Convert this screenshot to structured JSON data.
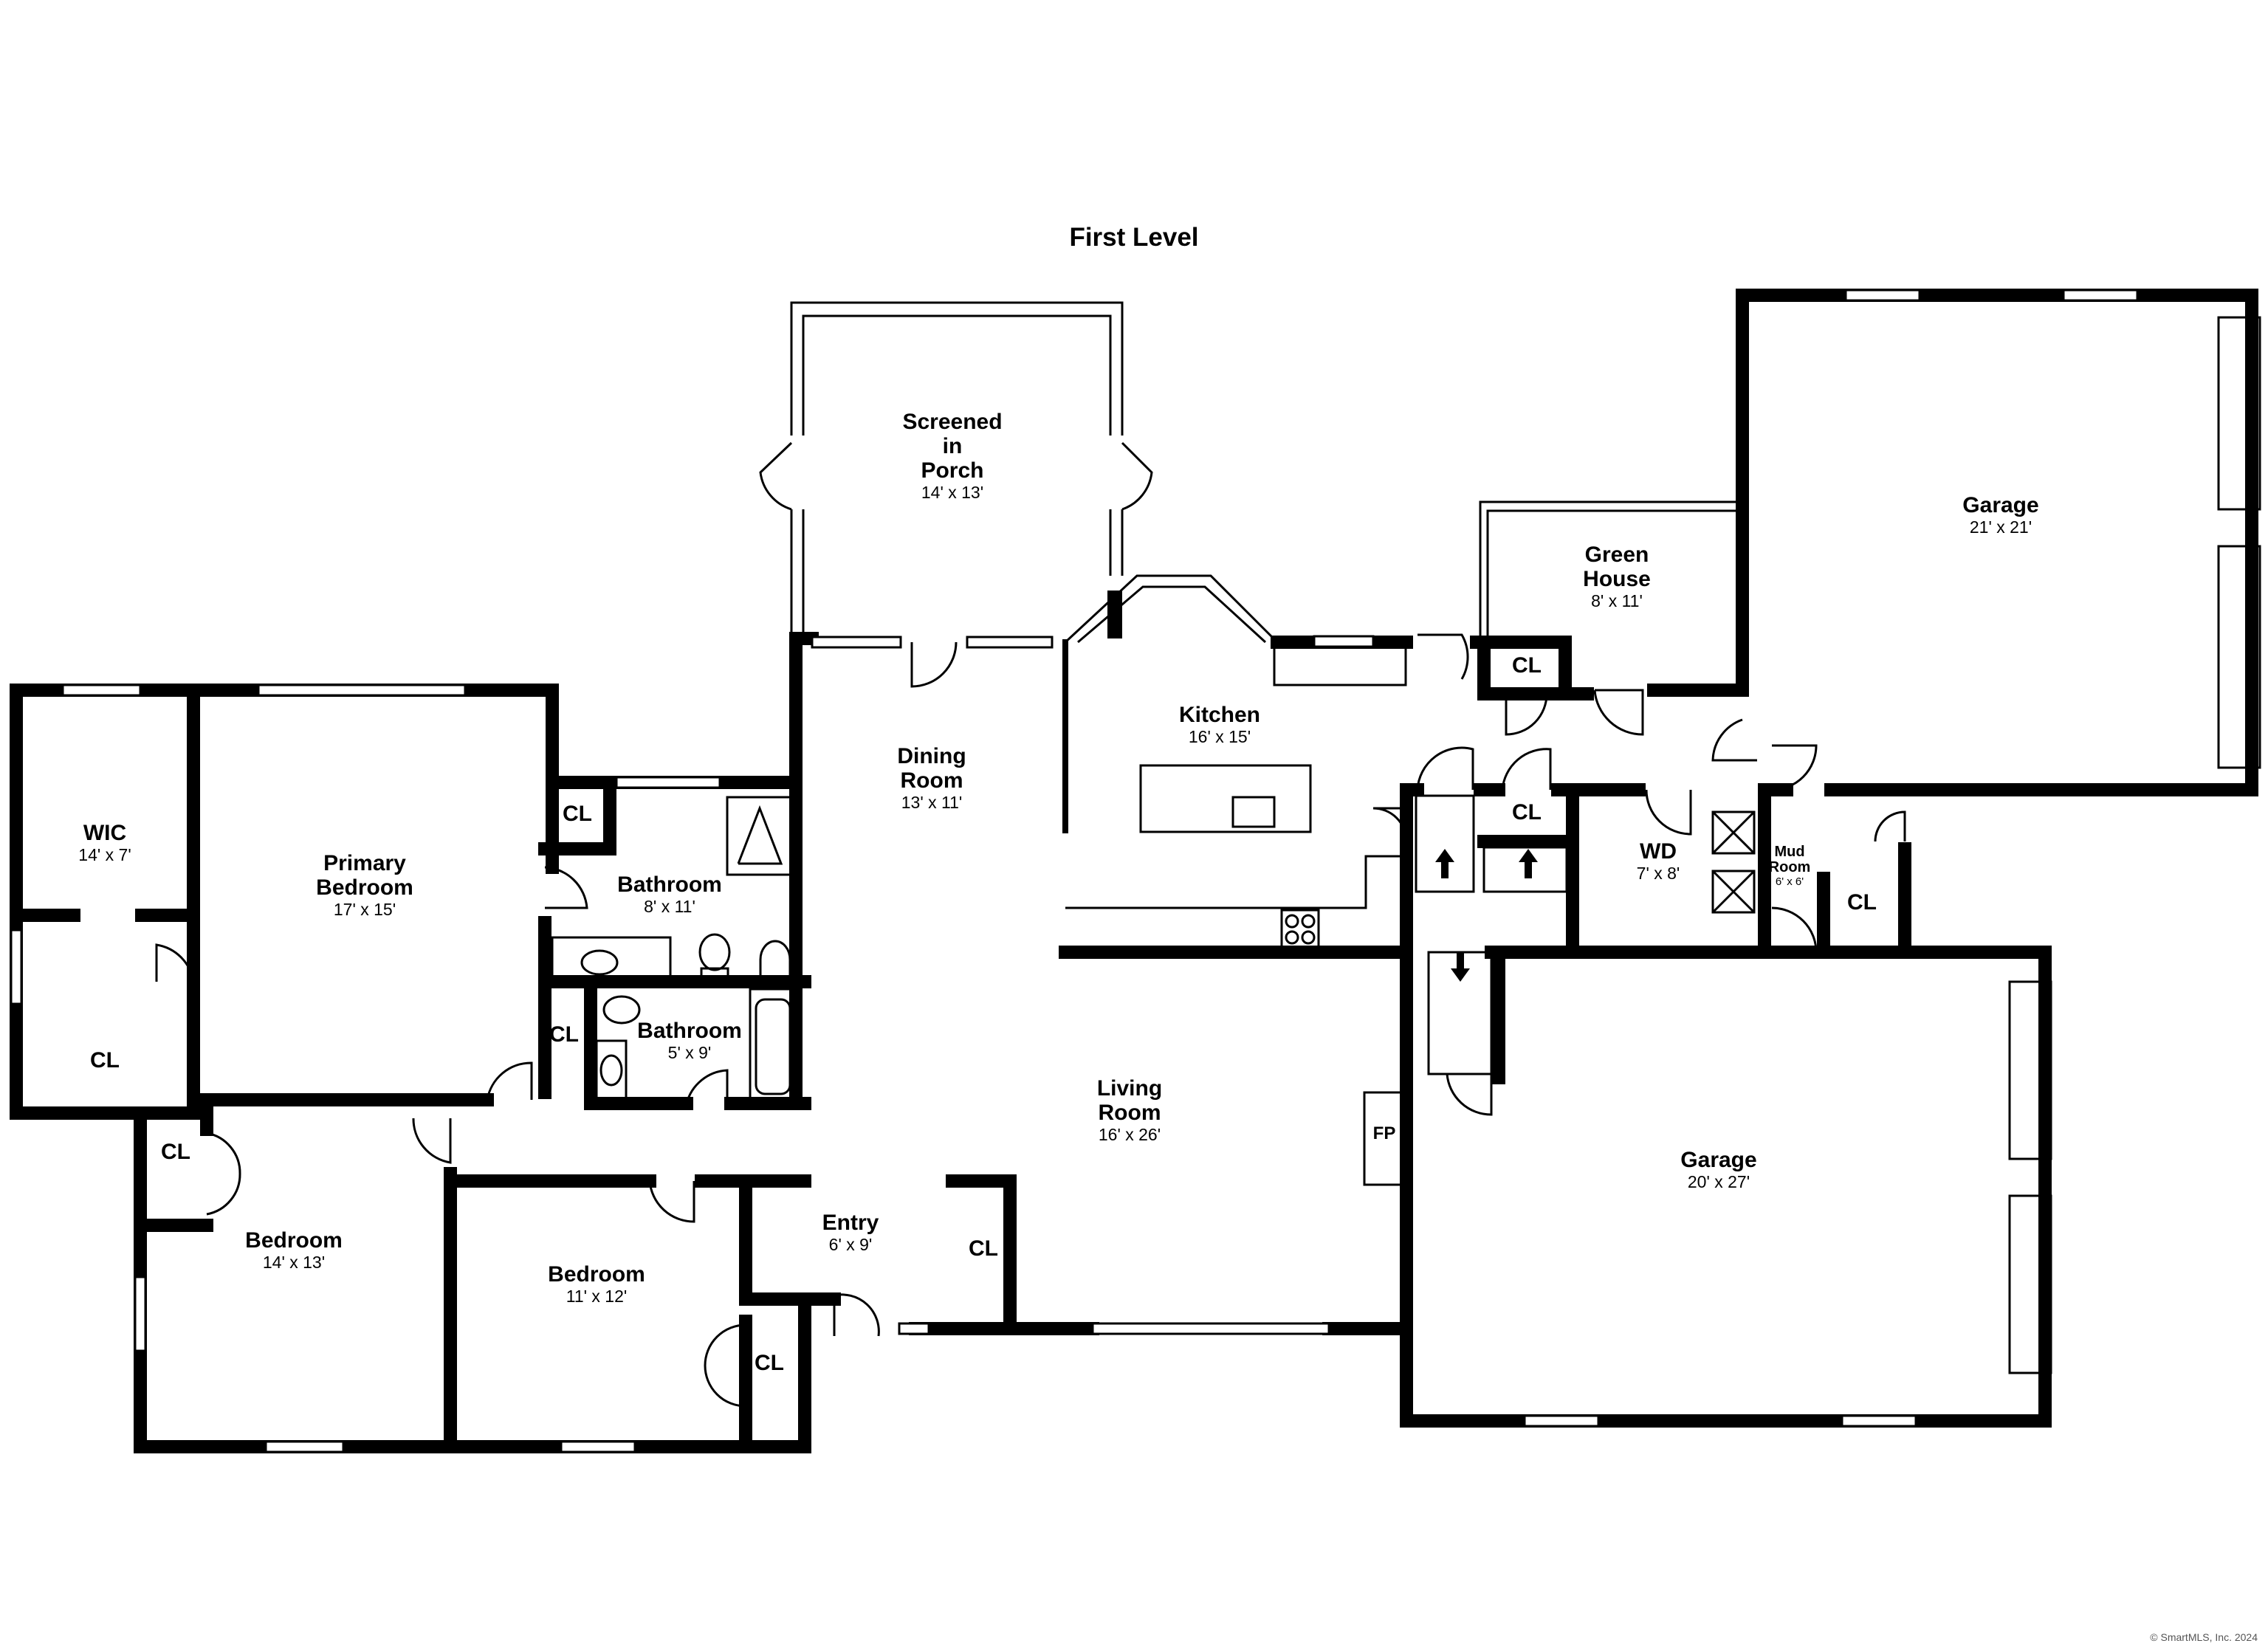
{
  "plan": {
    "title": "First Level",
    "copyright": "© SmartMLS, Inc. 2024",
    "wall_color": "#000000",
    "background": "#ffffff"
  },
  "rooms": {
    "porch": {
      "name": "Screened\nin\nPorch",
      "dim": "14' x 13'"
    },
    "greenhouse": {
      "name": "Green\nHouse",
      "dim": "8' x 11'"
    },
    "garage_north": {
      "name": "Garage",
      "dim": "21' x 21'"
    },
    "kitchen": {
      "name": "Kitchen",
      "dim": "16' x 15'"
    },
    "dining": {
      "name": "Dining\nRoom",
      "dim": "13' x 11'"
    },
    "wic": {
      "name": "WIC",
      "dim": "14' x 7'"
    },
    "primary": {
      "name": "Primary\nBedroom",
      "dim": "17' x 15'"
    },
    "bath_main": {
      "name": "Bathroom",
      "dim": "8' x 11'"
    },
    "bath_small": {
      "name": "Bathroom",
      "dim": "5' x 9'"
    },
    "wd": {
      "name": "WD",
      "dim": "7' x 8'"
    },
    "mudroom": {
      "name": "Mud\nRoom",
      "dim": "6' x 6'"
    },
    "living": {
      "name": "Living\nRoom",
      "dim": "16' x 26'"
    },
    "garage_south": {
      "name": "Garage",
      "dim": "20' x 27'"
    },
    "entry": {
      "name": "Entry",
      "dim": "6' x 9'"
    },
    "bedroom_west": {
      "name": "Bedroom",
      "dim": "14' x 13'"
    },
    "bedroom_mid": {
      "name": "Bedroom",
      "dim": "11' x 12'"
    }
  },
  "labels": {
    "closet": "CL",
    "fireplace": "FP"
  }
}
